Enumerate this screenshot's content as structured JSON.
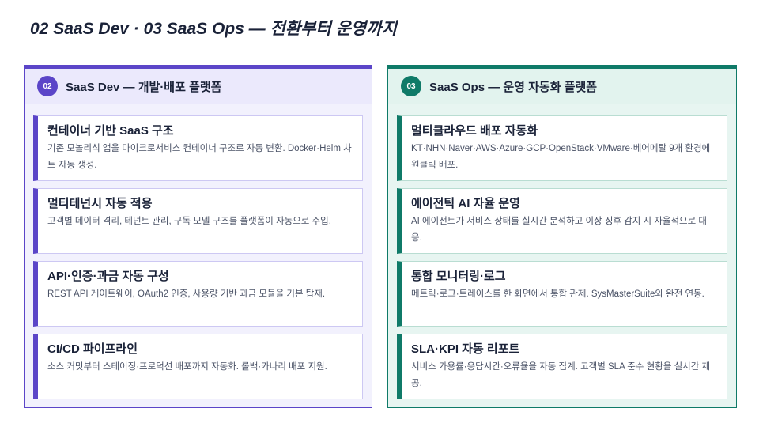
{
  "title": "02 SaaS Dev  ·  03 SaaS Ops — 전환부터 운영까지",
  "dev": {
    "badge": "02",
    "title": "SaaS Dev — 개발·배포 플랫폼",
    "accent": "#5b45c8",
    "cards": [
      {
        "title": "컨테이너 기반 SaaS 구조",
        "desc": "기존 모놀리식 앱을 마이크로서비스 컨테이너 구조로 자동 변환. Docker·Helm 차트 자동 생성."
      },
      {
        "title": "멀티테넌시 자동 적용",
        "desc": "고객별 데이터 격리, 테넌트 관리, 구독 모델 구조를 플랫폼이 자동으로 주입."
      },
      {
        "title": "API·인증·과금 자동 구성",
        "desc": "REST API 게이트웨이, OAuth2 인증, 사용량 기반 과금 모듈을 기본 탑재."
      },
      {
        "title": "CI/CD 파이프라인",
        "desc": "소스 커밋부터 스테이징·프로덕션 배포까지 자동화. 롤백·카나리 배포 지원."
      }
    ]
  },
  "ops": {
    "badge": "03",
    "title": "SaaS Ops — 운영 자동화 플랫폼",
    "accent": "#0f7a68",
    "cards": [
      {
        "title": "멀티클라우드 배포 자동화",
        "desc": "KT·NHN·Naver·AWS·Azure·GCP·OpenStack·VMware·베어메탈 9개 환경에 원클릭 배포."
      },
      {
        "title": "에이전틱 AI 자율 운영",
        "desc": "AI 에이전트가 서비스 상태를 실시간 분석하고 이상 징후 감지 시 자율적으로 대응."
      },
      {
        "title": "통합 모니터링·로그",
        "desc": "메트릭·로그·트레이스를 한 화면에서 통합 관제. SysMasterSuite와 완전 연동."
      },
      {
        "title": "SLA·KPI 자동 리포트",
        "desc": "서비스 가용률·응답시간·오류율을 자동 집계. 고객별 SLA 준수 현황을 실시간 제공."
      }
    ]
  }
}
